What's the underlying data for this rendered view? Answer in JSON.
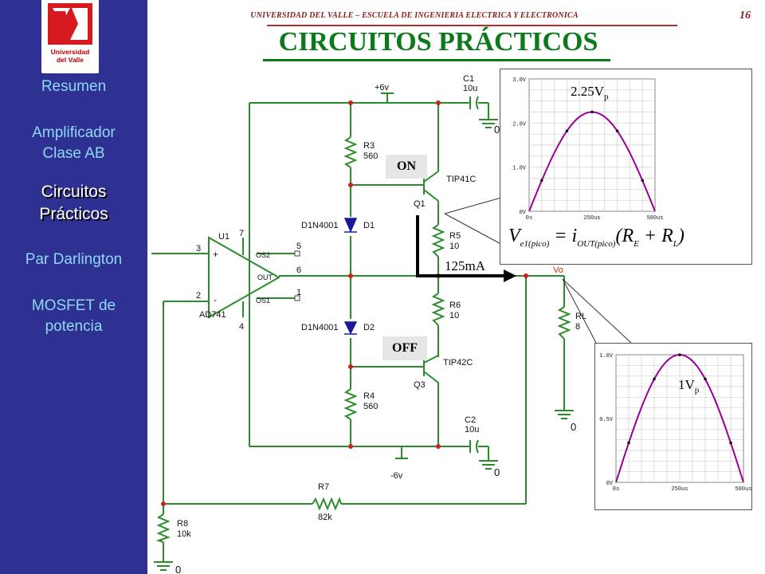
{
  "slide": {
    "header": "UNIVERSIDAD DEL VALLE – ESCUELA DE INGENIERIA ELECTRICA Y ELECTRONICA",
    "page_number": "16",
    "title": "CIRCUITOS PRÁCTICOS"
  },
  "logo": {
    "line1": "Universidad",
    "line2": "del Valle",
    "colors": {
      "red": "#d71920",
      "white": "#ffffff"
    }
  },
  "sidebar": {
    "items": [
      {
        "label": "Resumen",
        "active": false
      },
      {
        "label_line1": "Amplificador",
        "label_line2": "Clase AB",
        "active": false
      },
      {
        "label_line1": "Circuitos",
        "label_line2": "Prácticos",
        "active": true
      },
      {
        "label": "Par Darlington",
        "active": false
      },
      {
        "label_line1": "MOSFET de",
        "label_line2": "potencia",
        "active": false
      }
    ],
    "colors": {
      "bg": "#2e3192",
      "item": "#8fd8f5",
      "active": "#ffffff"
    }
  },
  "circuit": {
    "supply_pos": "+6v",
    "supply_neg": "-6v",
    "ground": "0",
    "c1": {
      "name": "C1",
      "value": "10u"
    },
    "c2": {
      "name": "C2",
      "value": "10u"
    },
    "r3": {
      "name": "R3",
      "value": "560"
    },
    "r4": {
      "name": "R4",
      "value": "560"
    },
    "r5": {
      "name": "R5",
      "value": "10"
    },
    "r6": {
      "name": "R6",
      "value": "10"
    },
    "r7": {
      "name": "R7",
      "value": "82k"
    },
    "r8": {
      "name": "R8",
      "value": "10k"
    },
    "rl": {
      "name": "RL",
      "value": "8"
    },
    "d1": {
      "name": "D1",
      "part": "D1N4001"
    },
    "d2": {
      "name": "D2",
      "part": "D1N4001"
    },
    "q1": {
      "name": "Q1",
      "part": "TIP41C"
    },
    "q3": {
      "name": "Q3",
      "part": "TIP42C"
    },
    "u1": {
      "name": "U1",
      "part": "AD741",
      "pins": [
        "3",
        "2",
        "7",
        "4",
        "5",
        "6",
        "1"
      ],
      "labels": [
        "OS2",
        "OUT",
        "OS1"
      ]
    },
    "vo_label": "Vo",
    "on_tag": "ON",
    "off_tag": "OFF",
    "current_label": "125mA"
  },
  "equation": {
    "lhs": "V",
    "lhs_sub": "e1(pico)",
    "rhs": "= i",
    "rhs_sub": "OUT(pico)",
    "rest": "(R",
    "re_sub": "E",
    "plus": " + R",
    "rl_sub": "L",
    "close": ")"
  },
  "chart_data": [
    {
      "type": "line",
      "annotation": "2.25V",
      "annotation_sub": "p",
      "x_ticks": [
        "0s",
        "250us",
        "500us"
      ],
      "y_ticks": [
        "0V",
        "1.0V",
        "2.0V",
        "3.0V"
      ],
      "xlim": [
        0,
        500
      ],
      "ylim": [
        0,
        3
      ],
      "series": [
        {
          "x": [
            0,
            50,
            100,
            150,
            200,
            250,
            300,
            350,
            400,
            450,
            500
          ],
          "y": [
            0.0,
            0.7,
            1.32,
            1.82,
            2.14,
            2.25,
            2.14,
            1.82,
            1.32,
            0.7,
            0.0
          ],
          "color": "#990099"
        }
      ],
      "grid": true
    },
    {
      "type": "line",
      "annotation": "1V",
      "annotation_sub": "p",
      "x_ticks": [
        "0s",
        "250us",
        "500us"
      ],
      "y_ticks": [
        "0V",
        "0.5V",
        "1.0V"
      ],
      "xlim": [
        0,
        500
      ],
      "ylim": [
        0,
        1
      ],
      "series": [
        {
          "x": [
            0,
            50,
            100,
            150,
            200,
            250,
            300,
            350,
            400,
            450,
            500
          ],
          "y": [
            0.0,
            0.31,
            0.59,
            0.81,
            0.95,
            1.0,
            0.95,
            0.81,
            0.59,
            0.31,
            0.0
          ],
          "color": "#990099"
        }
      ],
      "grid": true
    }
  ]
}
